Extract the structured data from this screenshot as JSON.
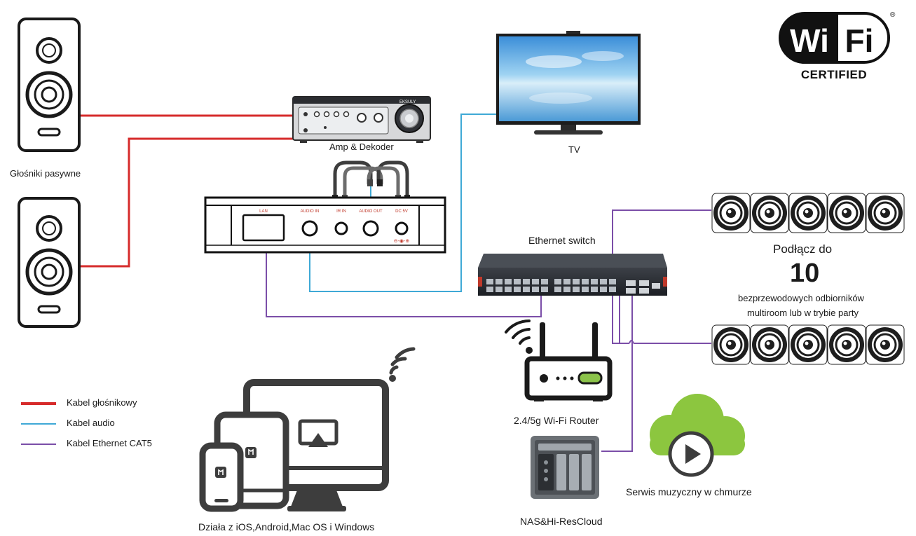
{
  "labels": {
    "passive_speakers": "Głośniki pasywne",
    "amp_decoder": "Amp & Dekoder",
    "tv": "TV",
    "ethernet_switch": "Ethernet switch",
    "router": "2.4/5g Wi-Fi Router",
    "nas": "NAS&Hi-ResCloud",
    "cloud_service": "Serwis muzyczny w chmurze",
    "devices": "Działa z iOS,Android,Mac OS i Windows"
  },
  "receivers": {
    "connect_to": "Podłącz do",
    "count": "10",
    "line1": "bezprzewodowych odbiorników",
    "line2": "multiroom lub w trybie party"
  },
  "streamer_ports": {
    "lan": "LAN",
    "audio_in": "AUDIO IN",
    "ir_in": "IR IN",
    "audio_out": "AUDIO OUT",
    "dc": "DC 5V"
  },
  "amp_brand": "EKSULY",
  "wifi_logo": {
    "wi": "Wi",
    "fi": "Fi",
    "certified": "CERTIFIED",
    "reg": "®"
  },
  "legend": [
    {
      "label": "Kabel głośnikowy",
      "color": "#d62b2b"
    },
    {
      "label": "Kabel audio",
      "color": "#3fa9d6"
    },
    {
      "label": "Kabel Ethernet CAT5",
      "color": "#7b4ea8"
    }
  ],
  "colors": {
    "speaker_cable": "#d62b2b",
    "audio_cable": "#3fa9d6",
    "ethernet_cable": "#7b4ea8",
    "cloud": "#8cc63f",
    "router_accent": "#8bc34a"
  }
}
